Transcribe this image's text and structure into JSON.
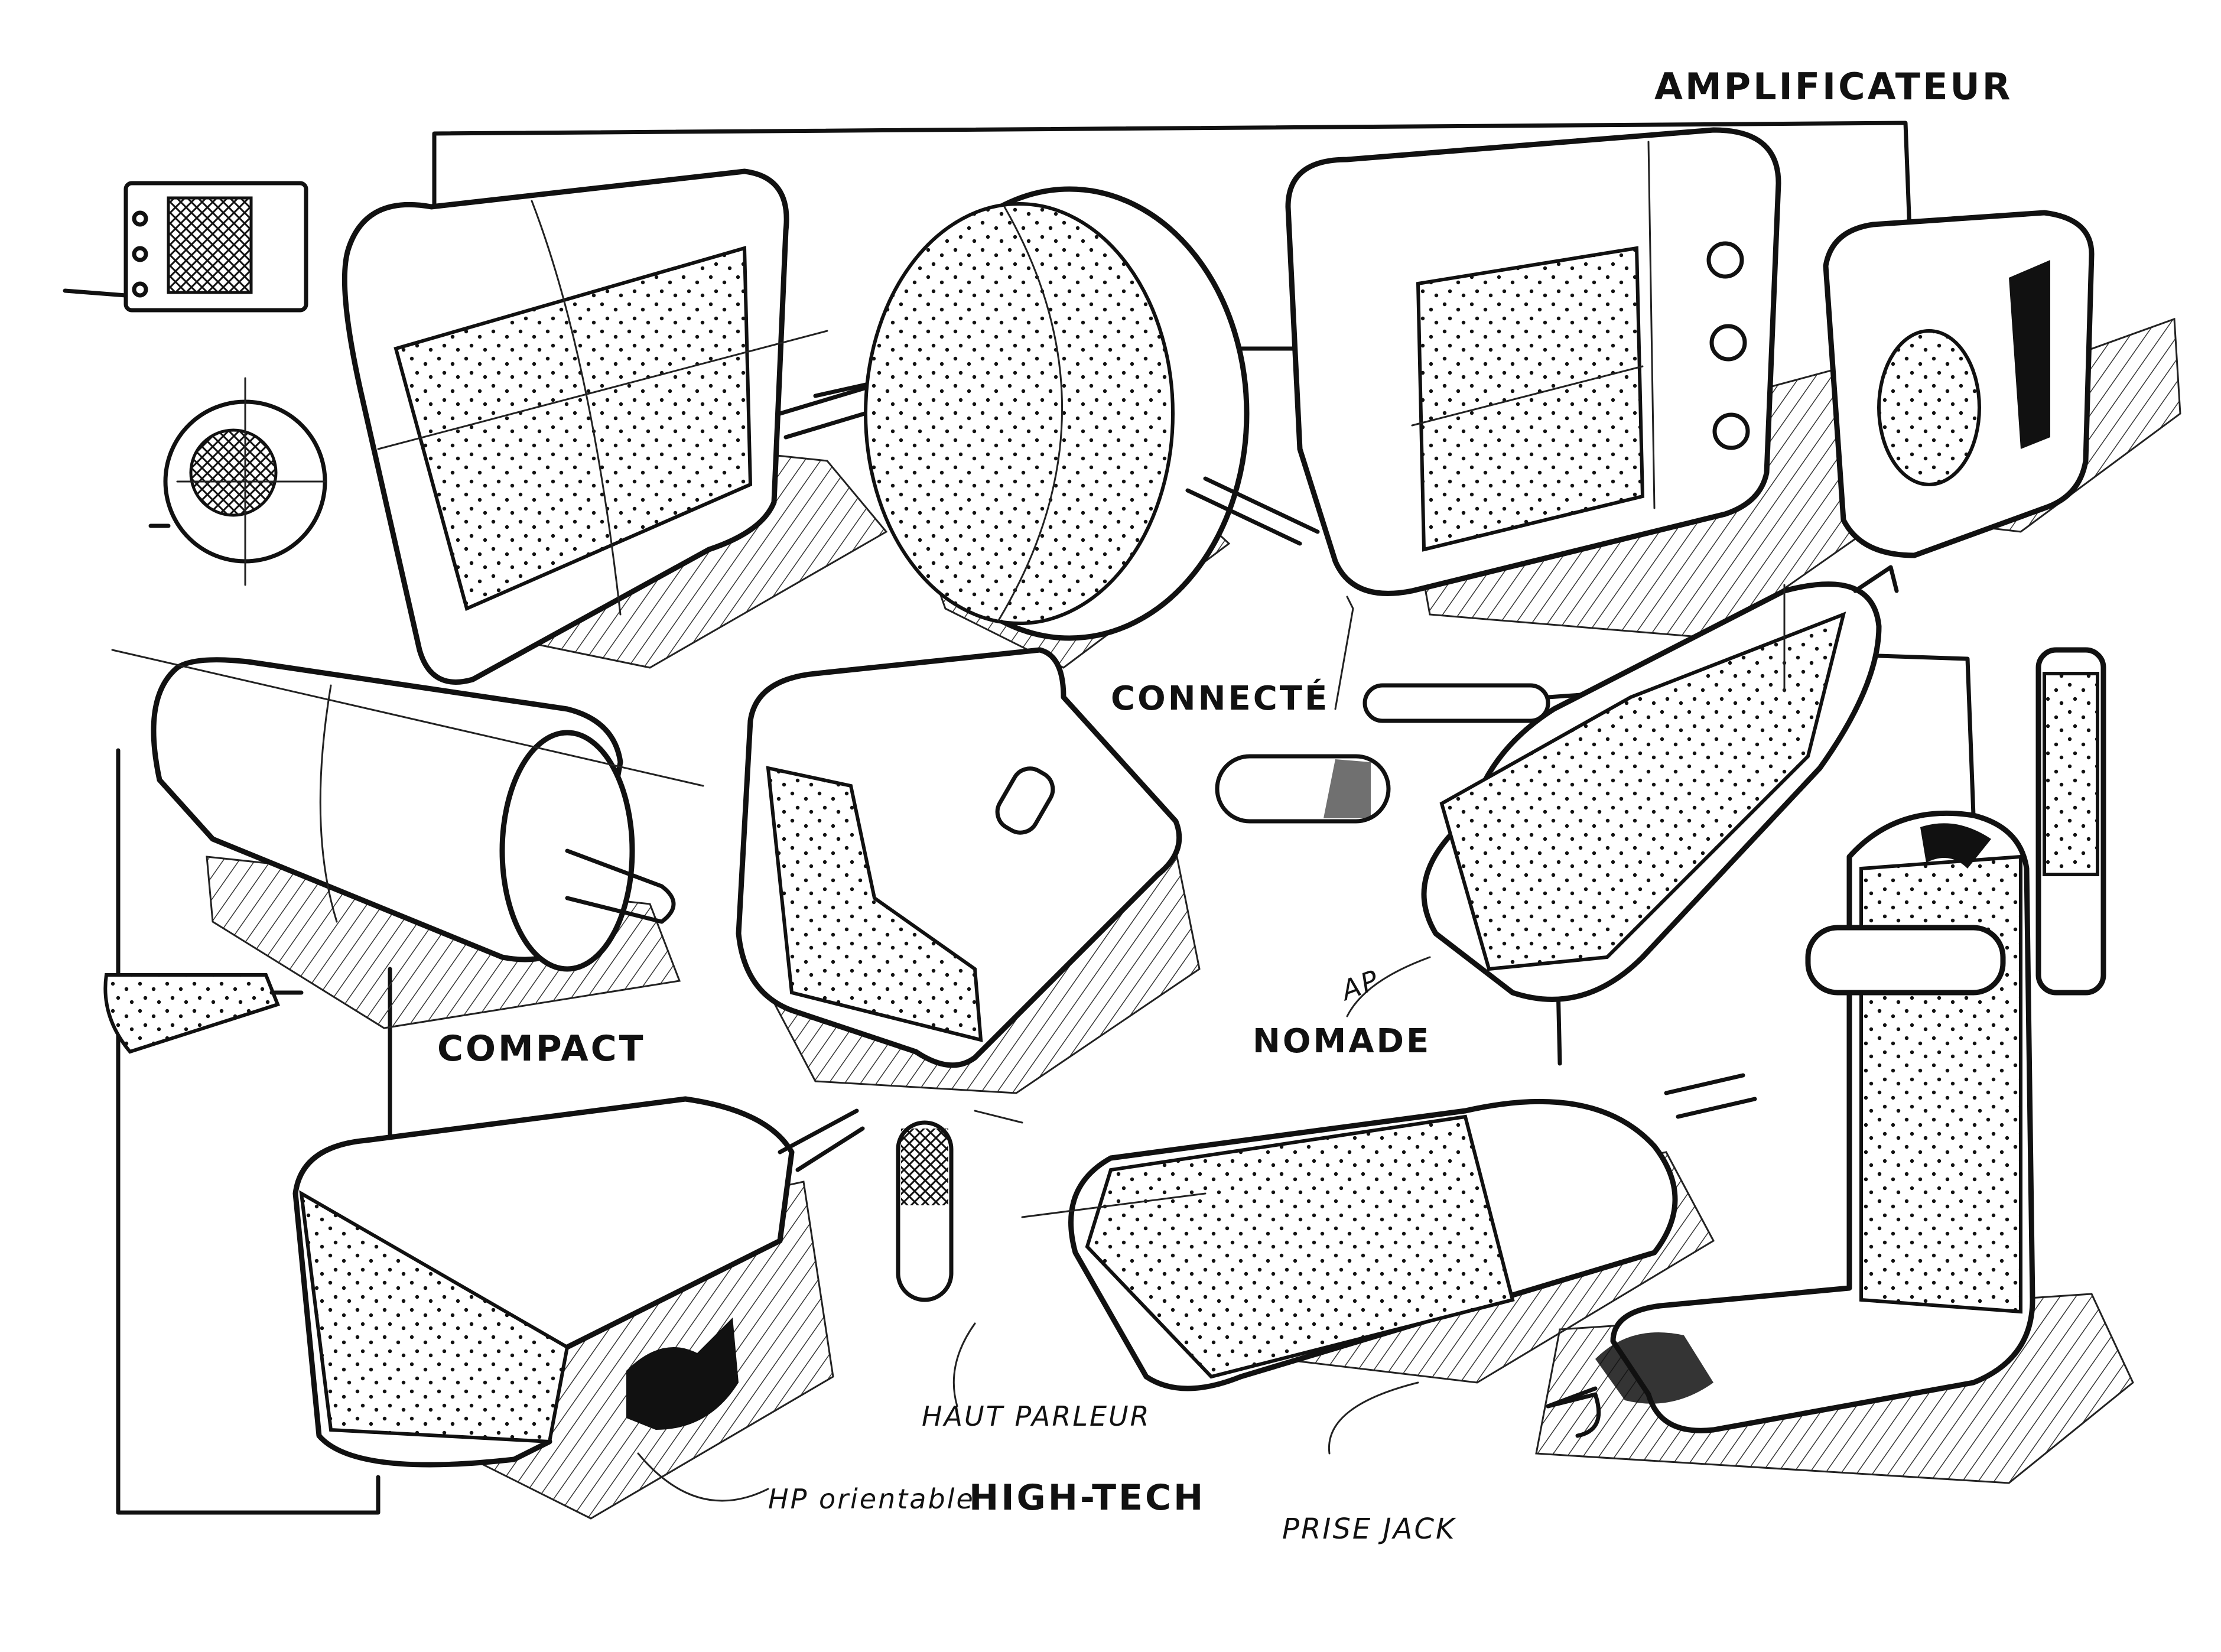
{
  "labels": {
    "amplificateur": "AMPLIFICATEUR",
    "connecte": "CONNECTÉ",
    "compact": "COMPACT",
    "nomade": "NOMADE",
    "ap": "AP",
    "haut_parleur": "HAUT PARLEUR",
    "hp_orientable": "HP orientable",
    "high_tech": "HIGH-TECH",
    "prise_jack": "PRISE JACK"
  },
  "colors": {
    "ink": "#111111",
    "paper": "#ffffff"
  }
}
